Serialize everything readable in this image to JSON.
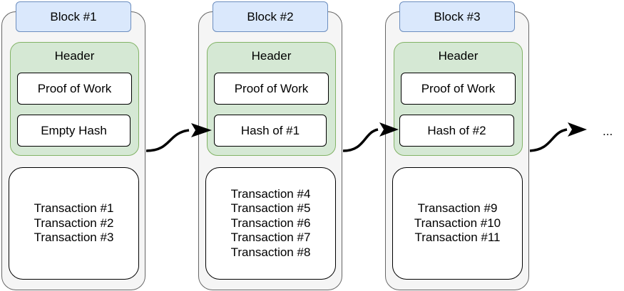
{
  "blocks": [
    {
      "title": "Block #1",
      "header": {
        "label": "Header",
        "fields": [
          "Proof of Work",
          "Empty Hash"
        ]
      },
      "transactions": [
        "Transaction #1",
        "Transaction #2",
        "Transaction #3"
      ]
    },
    {
      "title": "Block #2",
      "header": {
        "label": "Header",
        "fields": [
          "Proof of Work",
          "Hash of #1"
        ]
      },
      "transactions": [
        "Transaction #4",
        "Transaction #5",
        "Transaction #6",
        "Transaction #7",
        "Transaction #8"
      ]
    },
    {
      "title": "Block #3",
      "header": {
        "label": "Header",
        "fields": [
          "Proof of Work",
          "Hash of #2"
        ]
      },
      "transactions": [
        "Transaction #9",
        "Transaction #10",
        "Transaction #11"
      ]
    }
  ],
  "continuation": "...",
  "colors": {
    "block_fill": "#f5f5f5",
    "title_fill": "#dae8fc",
    "header_fill": "#d5e8d4",
    "header_border": "#82b366",
    "arrow": "#000000"
  }
}
